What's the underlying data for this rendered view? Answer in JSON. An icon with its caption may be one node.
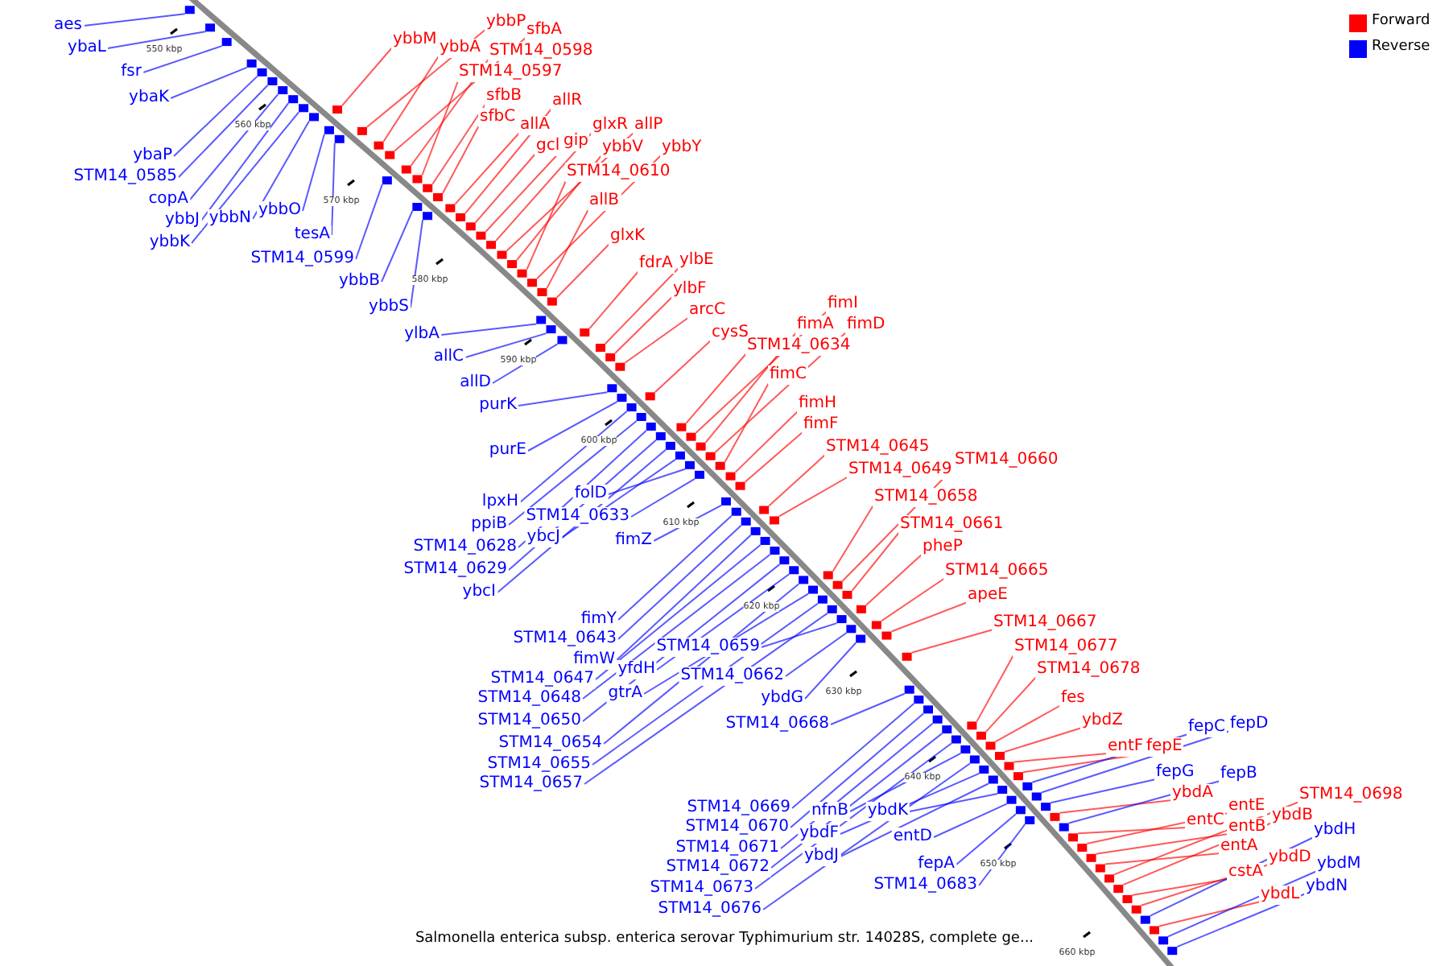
{
  "diagram": {
    "caption": "Salmonella enterica subsp. enterica serovar Typhimurium str. 14028S, complete ge...",
    "nodes": [
      {
        "text": [
          "aes"
        ]
      },
      {
        "text": [
          "ybaL"
        ]
      },
      {
        "text": [
          "fsr"
        ]
      },
      {
        "text": [
          "ybaK"
        ]
      },
      {
        "text": [
          "ybaP"
        ]
      },
      {
        "text": [
          "STM14_0585"
        ]
      },
      {
        "text": [
          "copA"
        ]
      },
      {
        "text": [
          "ybbJ"
        ]
      },
      {
        "text": [
          "ybbK"
        ]
      },
      {
        "text": [
          "ybbN"
        ]
      },
      {
        "text": [
          "ybbO"
        ]
      },
      {
        "text": [
          "tesA"
        ]
      },
      {
        "text": [
          "STM14_0599"
        ]
      },
      {
        "text": [
          "ybbB"
        ]
      },
      {
        "text": [
          "ybbS"
        ]
      },
      {
        "text": [
          "ylbA"
        ]
      },
      {
        "text": [
          "allC"
        ]
      },
      {
        "text": [
          "allD"
        ]
      },
      {
        "text": [
          "purK"
        ]
      },
      {
        "text": [
          "purE"
        ]
      },
      {
        "text": [
          "lpxH"
        ]
      },
      {
        "text": [
          "ppiB"
        ]
      },
      {
        "text": [
          "STM14_0628"
        ]
      },
      {
        "text": [
          "STM14_0629"
        ]
      },
      {
        "text": [
          "ybcI"
        ]
      },
      {
        "text": [
          "folD"
        ]
      },
      {
        "text": [
          "STM14_0633"
        ]
      },
      {
        "text": [
          "ybcJ"
        ]
      },
      {
        "text": [
          "fimZ"
        ]
      },
      {
        "text": [
          "fimY"
        ]
      },
      {
        "text": [
          "STM14_0643"
        ]
      },
      {
        "text": [
          "fimW"
        ]
      },
      {
        "text": [
          "STM14_0647"
        ]
      },
      {
        "text": [
          "STM14_0648"
        ]
      },
      {
        "text": [
          "STM14_0650"
        ]
      },
      {
        "text": [
          "yfdH"
        ]
      },
      {
        "text": [
          "gtrA"
        ]
      },
      {
        "text": [
          "STM14_0654"
        ]
      },
      {
        "text": [
          "STM14_0655"
        ]
      },
      {
        "text": [
          "STM14_0657"
        ]
      },
      {
        "text": [
          "STM14_0659"
        ]
      },
      {
        "text": [
          "STM14_0662"
        ]
      },
      {
        "text": [
          "ybdG"
        ]
      },
      {
        "text": [
          "STM14_0668"
        ]
      },
      {
        "text": [
          "STM14_0669"
        ]
      },
      {
        "text": [
          "STM14_0670"
        ]
      },
      {
        "text": [
          "STM14_0671"
        ]
      },
      {
        "text": [
          "STM14_0672"
        ]
      },
      {
        "text": [
          "STM14_0673"
        ]
      },
      {
        "text": [
          "STM14_0676"
        ]
      },
      {
        "text": [
          "nfnB"
        ]
      },
      {
        "text": [
          "ybdF"
        ]
      },
      {
        "text": [
          "ybdJ"
        ]
      },
      {
        "text": [
          "ybdK"
        ]
      },
      {
        "text": [
          "entD"
        ]
      },
      {
        "text": [
          "fepA"
        ]
      },
      {
        "text": [
          "STM14_0683"
        ]
      },
      {
        "text": [
          "ybbM"
        ]
      },
      {
        "text": [
          "ybbP"
        ]
      },
      {
        "text": [
          "ybbA"
        ]
      },
      {
        "text": [
          "sfbA"
        ]
      },
      {
        "text": [
          "STM14_0598"
        ]
      },
      {
        "text": [
          "STM14_0597"
        ]
      },
      {
        "text": [
          "sfbB"
        ]
      },
      {
        "text": [
          "sfbC"
        ]
      },
      {
        "text": [
          "allA"
        ]
      },
      {
        "text": [
          "allR"
        ]
      },
      {
        "text": [
          "gcl"
        ]
      },
      {
        "text": [
          "gip"
        ]
      },
      {
        "text": [
          "glxR"
        ]
      },
      {
        "text": [
          "allP"
        ]
      },
      {
        "text": [
          "ybbV"
        ]
      },
      {
        "text": [
          "ybbY"
        ]
      },
      {
        "text": [
          "STM14_0610"
        ]
      },
      {
        "text": [
          "allB"
        ]
      },
      {
        "text": [
          "glxK"
        ]
      },
      {
        "text": [
          "fdrA"
        ]
      },
      {
        "text": [
          "ylbE"
        ]
      },
      {
        "text": [
          "ylbF"
        ]
      },
      {
        "text": [
          "arcC"
        ]
      },
      {
        "text": [
          "cysS"
        ]
      },
      {
        "text": [
          "fimI"
        ]
      },
      {
        "text": [
          "fimA"
        ]
      },
      {
        "text": [
          "fimD"
        ]
      },
      {
        "text": [
          "STM14_0634"
        ]
      },
      {
        "text": [
          "fimC"
        ]
      },
      {
        "text": [
          "fimH"
        ]
      },
      {
        "text": [
          "fimF"
        ]
      },
      {
        "text": [
          "STM14_0645"
        ]
      },
      {
        "text": [
          "STM14_0649"
        ]
      },
      {
        "text": [
          "STM14_0660"
        ]
      },
      {
        "text": [
          "STM14_0658"
        ]
      },
      {
        "text": [
          "STM14_0661"
        ]
      },
      {
        "text": [
          "pheP"
        ]
      },
      {
        "text": [
          "STM14_0665"
        ]
      },
      {
        "text": [
          "apeE"
        ]
      },
      {
        "text": [
          "STM14_0667"
        ]
      },
      {
        "text": [
          "STM14_0677"
        ]
      },
      {
        "text": [
          "STM14_0678"
        ]
      },
      {
        "text": [
          "fes"
        ]
      },
      {
        "text": [
          "ybdZ"
        ]
      },
      {
        "text": [
          "entF"
        ]
      },
      {
        "text": [
          "fepE"
        ]
      },
      {
        "text": [
          "ybdA"
        ]
      },
      {
        "text": [
          "entC"
        ]
      },
      {
        "text": [
          "entE"
        ]
      },
      {
        "text": [
          "entB"
        ]
      },
      {
        "text": [
          "entA"
        ]
      },
      {
        "text": [
          "STM14_0698"
        ]
      },
      {
        "text": [
          "ybdB"
        ]
      },
      {
        "text": [
          "cstA"
        ]
      },
      {
        "text": [
          "ybdD"
        ]
      },
      {
        "text": [
          "ybdL"
        ]
      },
      {
        "text": [
          "fepC"
        ]
      },
      {
        "text": [
          "fepD"
        ]
      },
      {
        "text": [
          "fepG"
        ]
      },
      {
        "text": [
          "fepB"
        ]
      },
      {
        "text": [
          "ybdH"
        ]
      },
      {
        "text": [
          "ybdM"
        ]
      },
      {
        "text": [
          "ybdN"
        ]
      },
      {
        "text": [],
        "shape": "box"
      },
      {
        "text": [],
        "shape": "box"
      },
      {
        "text": [],
        "shape": "box"
      },
      {
        "text": [],
        "shape": "box"
      },
      {
        "text": [],
        "shape": "box"
      },
      {
        "text": [],
        "shape": "box"
      },
      {
        "text": [],
        "shape": "box"
      },
      {
        "text": [],
        "shape": "box"
      },
      {
        "text": [],
        "shape": "box"
      },
      {
        "text": [],
        "shape": "box"
      },
      {
        "text": [],
        "shape": "box"
      },
      {
        "text": [],
        "shape": "box"
      },
      {
        "text": [],
        "shape": "box"
      },
      {
        "text": [],
        "shape": "box"
      },
      {
        "text": [],
        "shape": "box"
      },
      {
        "text": [],
        "shape": "box"
      },
      {
        "text": [],
        "shape": "box"
      },
      {
        "text": [],
        "shape": "box"
      },
      {
        "text": [],
        "shape": "box"
      },
      {
        "text": [],
        "shape": "box"
      },
      {
        "text": [],
        "shape": "box"
      },
      {
        "text": [],
        "shape": "box"
      },
      {
        "text": [],
        "shape": "box"
      },
      {
        "text": [],
        "shape": "box"
      },
      {
        "text": [],
        "shape": "box"
      },
      {
        "text": [],
        "shape": "box"
      },
      {
        "text": [],
        "shape": "box"
      },
      {
        "text": [],
        "shape": "box"
      },
      {
        "text": [],
        "shape": "box"
      },
      {
        "text": [],
        "shape": "box"
      },
      {
        "text": [],
        "shape": "box"
      },
      {
        "text": [],
        "shape": "box"
      },
      {
        "text": [],
        "shape": "box"
      },
      {
        "text": [],
        "shape": "box"
      },
      {
        "text": [],
        "shape": "box"
      },
      {
        "text": [],
        "shape": "box"
      },
      {
        "text": [],
        "shape": "box"
      },
      {
        "text": [],
        "shape": "box"
      },
      {
        "text": [],
        "shape": "box"
      },
      {
        "text": [],
        "shape": "box"
      },
      {
        "text": [],
        "shape": "box"
      },
      {
        "text": [],
        "shape": "box"
      },
      {
        "text": [],
        "shape": "box"
      },
      {
        "text": [],
        "shape": "box"
      },
      {
        "text": [],
        "shape": "box"
      },
      {
        "text": [],
        "shape": "box"
      },
      {
        "text": [],
        "shape": "box"
      },
      {
        "text": [],
        "shape": "box"
      },
      {
        "text": [],
        "shape": "box"
      },
      {
        "text": [],
        "shape": "box"
      },
      {
        "text": [],
        "shape": "box"
      },
      {
        "text": [],
        "shape": "box"
      },
      {
        "text": [],
        "shape": "box"
      },
      {
        "text": [],
        "shape": "box"
      },
      {
        "text": [],
        "shape": "box"
      },
      {
        "text": [],
        "shape": "box"
      },
      {
        "text": [],
        "shape": "box"
      },
      {
        "text": [],
        "shape": "box"
      },
      {
        "text": [],
        "shape": "box"
      },
      {
        "text": [],
        "shape": "box"
      },
      {
        "text": [],
        "shape": "box"
      },
      {
        "text": [],
        "shape": "box"
      },
      {
        "text": [],
        "shape": "box"
      },
      {
        "text": [],
        "shape": "box"
      },
      {
        "text": [],
        "shape": "box"
      },
      {
        "text": [],
        "shape": "box"
      },
      {
        "text": [],
        "shape": "box"
      },
      {
        "text": [],
        "shape": "box"
      },
      {
        "text": [],
        "shape": "box"
      },
      {
        "text": [],
        "shape": "box"
      },
      {
        "text": [],
        "shape": "box"
      },
      {
        "text": [],
        "shape": "box"
      },
      {
        "text": [],
        "shape": "box"
      },
      {
        "text": [],
        "shape": "box"
      },
      {
        "text": [],
        "shape": "box"
      },
      {
        "text": [],
        "shape": "box"
      },
      {
        "text": [],
        "shape": "box"
      },
      {
        "text": [],
        "shape": "box"
      },
      {
        "text": [],
        "shape": "box"
      },
      {
        "text": [],
        "shape": "box"
      },
      {
        "text": [],
        "shape": "box"
      },
      {
        "text": [],
        "shape": "box"
      },
      {
        "text": [],
        "shape": "box"
      },
      {
        "text": [],
        "shape": "box"
      },
      {
        "text": [],
        "shape": "box"
      },
      {
        "text": [],
        "shape": "box"
      },
      {
        "text": [],
        "shape": "box"
      },
      {
        "text": [],
        "shape": "box"
      },
      {
        "text": [],
        "shape": "box"
      },
      {
        "text": [],
        "shape": "box"
      },
      {
        "text": [],
        "shape": "box"
      },
      {
        "text": [],
        "shape": "box"
      },
      {
        "text": [],
        "shape": "box"
      },
      {
        "text": [],
        "shape": "box"
      },
      {
        "text": [],
        "shape": "box"
      },
      {
        "text": [],
        "shape": "box"
      },
      {
        "text": [],
        "shape": "box"
      },
      {
        "text": [],
        "shape": "box"
      },
      {
        "text": [],
        "shape": "box"
      },
      {
        "text": [],
        "shape": "box"
      },
      {
        "text": [],
        "shape": "box"
      },
      {
        "text": [],
        "shape": "box"
      },
      {
        "text": [],
        "shape": "box"
      },
      {
        "text": [],
        "shape": "box"
      },
      {
        "text": [],
        "shape": "box"
      },
      {
        "text": [],
        "shape": "box"
      },
      {
        "text": [],
        "shape": "box"
      },
      {
        "text": [],
        "shape": "box"
      },
      {
        "text": [],
        "shape": "box"
      },
      {
        "text": [],
        "shape": "box"
      },
      {
        "text": [],
        "shape": "box"
      },
      {
        "text": [],
        "shape": "box"
      },
      {
        "text": [],
        "shape": "box"
      },
      {
        "text": [],
        "shape": "box"
      },
      {
        "text": [],
        "shape": "box"
      },
      {
        "text": [],
        "shape": "box"
      },
      {
        "text": [],
        "shape": "box"
      },
      {
        "text": [],
        "shape": "box"
      },
      {
        "text": [],
        "shape": "box"
      },
      {
        "text": [],
        "shape": "box"
      }
    ],
    "edges": [
      {
        "from": 0,
        "to": 120,
        "arrow": "none"
      },
      {
        "from": 1,
        "to": 121,
        "arrow": "none"
      },
      {
        "from": 2,
        "to": 122,
        "arrow": "none"
      },
      {
        "from": 3,
        "to": 123,
        "arrow": "none"
      },
      {
        "from": 4,
        "to": 124,
        "arrow": "none"
      },
      {
        "from": 5,
        "to": 125,
        "arrow": "none"
      },
      {
        "from": 6,
        "to": 126,
        "arrow": "none"
      },
      {
        "from": 7,
        "to": 127,
        "arrow": "none"
      },
      {
        "from": 8,
        "to": 128,
        "arrow": "none"
      },
      {
        "from": 9,
        "to": 129,
        "arrow": "none"
      },
      {
        "from": 10,
        "to": 130,
        "arrow": "none"
      },
      {
        "from": 11,
        "to": 131,
        "arrow": "none"
      },
      {
        "from": 12,
        "to": 132,
        "arrow": "none"
      },
      {
        "from": 13,
        "to": 133,
        "arrow": "none"
      },
      {
        "from": 14,
        "to": 134,
        "arrow": "none"
      },
      {
        "from": 15,
        "to": 135,
        "arrow": "none"
      },
      {
        "from": 16,
        "to": 136,
        "arrow": "none"
      },
      {
        "from": 17,
        "to": 137,
        "arrow": "none"
      },
      {
        "from": 18,
        "to": 138,
        "arrow": "none"
      },
      {
        "from": 19,
        "to": 139,
        "arrow": "none"
      },
      {
        "from": 20,
        "to": 140,
        "arrow": "none"
      },
      {
        "from": 21,
        "to": 141,
        "arrow": "none"
      },
      {
        "from": 22,
        "to": 142,
        "arrow": "none"
      },
      {
        "from": 23,
        "to": 143,
        "arrow": "none"
      },
      {
        "from": 24,
        "to": 144,
        "arrow": "none"
      },
      {
        "from": 25,
        "to": 145,
        "arrow": "none"
      },
      {
        "from": 26,
        "to": 146,
        "arrow": "none"
      },
      {
        "from": 27,
        "to": 147,
        "arrow": "none"
      },
      {
        "from": 28,
        "to": 148,
        "arrow": "none"
      },
      {
        "from": 29,
        "to": 149,
        "arrow": "none"
      },
      {
        "from": 30,
        "to": 150,
        "arrow": "none"
      },
      {
        "from": 31,
        "to": 151,
        "arrow": "none"
      },
      {
        "from": 32,
        "to": 152,
        "arrow": "none"
      },
      {
        "from": 33,
        "to": 153,
        "arrow": "none"
      },
      {
        "from": 34,
        "to": 154,
        "arrow": "none"
      },
      {
        "from": 35,
        "to": 155,
        "arrow": "none"
      },
      {
        "from": 36,
        "to": 156,
        "arrow": "none"
      },
      {
        "from": 37,
        "to": 157,
        "arrow": "none"
      },
      {
        "from": 38,
        "to": 158,
        "arrow": "none"
      },
      {
        "from": 39,
        "to": 159,
        "arrow": "none"
      },
      {
        "from": 40,
        "to": 160,
        "arrow": "none"
      },
      {
        "from": 41,
        "to": 161,
        "arrow": "none"
      },
      {
        "from": 42,
        "to": 162,
        "arrow": "none"
      },
      {
        "from": 43,
        "to": 163,
        "arrow": "none"
      },
      {
        "from": 44,
        "to": 164,
        "arrow": "none"
      },
      {
        "from": 45,
        "to": 165,
        "arrow": "none"
      },
      {
        "from": 46,
        "to": 166,
        "arrow": "none"
      },
      {
        "from": 47,
        "to": 167,
        "arrow": "none"
      },
      {
        "from": 48,
        "to": 168,
        "arrow": "none"
      },
      {
        "from": 49,
        "to": 169,
        "arrow": "none"
      },
      {
        "from": 50,
        "to": 170,
        "arrow": "none"
      },
      {
        "from": 51,
        "to": 171,
        "arrow": "none"
      },
      {
        "from": 52,
        "to": 172,
        "arrow": "none"
      },
      {
        "from": 53,
        "to": 173,
        "arrow": "none"
      },
      {
        "from": 54,
        "to": 174,
        "arrow": "none"
      },
      {
        "from": 55,
        "to": 175,
        "arrow": "none"
      },
      {
        "from": 56,
        "to": 176,
        "arrow": "none"
      },
      {
        "from": 57,
        "to": 177,
        "arrow": "none",
        "color": "#ff0000"
      },
      {
        "from": 58,
        "to": 178,
        "arrow": "none",
        "color": "#ff0000"
      },
      {
        "from": 59,
        "to": 179,
        "arrow": "none",
        "color": "#ff0000"
      },
      {
        "from": 60,
        "to": 180,
        "arrow": "none",
        "color": "#ff0000"
      },
      {
        "from": 61,
        "to": 181,
        "arrow": "none",
        "color": "#ff0000"
      },
      {
        "from": 62,
        "to": 182,
        "arrow": "none",
        "color": "#ff0000"
      },
      {
        "from": 63,
        "to": 183,
        "arrow": "none",
        "color": "#ff0000"
      },
      {
        "from": 64,
        "to": 184,
        "arrow": "none",
        "color": "#ff0000"
      },
      {
        "from": 65,
        "to": 185,
        "arrow": "none",
        "color": "#ff0000"
      },
      {
        "from": 66,
        "to": 186,
        "arrow": "none",
        "color": "#ff0000"
      },
      {
        "from": 67,
        "to": 187,
        "arrow": "none",
        "color": "#ff0000"
      },
      {
        "from": 68,
        "to": 188,
        "arrow": "none",
        "color": "#ff0000"
      },
      {
        "from": 69,
        "to": 189,
        "arrow": "none",
        "color": "#ff0000"
      },
      {
        "from": 70,
        "to": 190,
        "arrow": "none",
        "color": "#ff0000"
      },
      {
        "from": 71,
        "to": 191,
        "arrow": "none",
        "color": "#ff0000"
      },
      {
        "from": 72,
        "to": 192,
        "arrow": "none",
        "color": "#ff0000"
      },
      {
        "from": 73,
        "to": 193,
        "arrow": "none",
        "color": "#ff0000"
      },
      {
        "from": 74,
        "to": 194,
        "arrow": "none",
        "color": "#ff0000"
      },
      {
        "from": 75,
        "to": 195,
        "arrow": "none",
        "color": "#ff0000"
      },
      {
        "from": 76,
        "to": 196,
        "arrow": "none",
        "color": "#ff0000"
      },
      {
        "from": 77,
        "to": 197,
        "arrow": "none",
        "color": "#ff0000"
      },
      {
        "from": 78,
        "to": 198,
        "arrow": "none",
        "color": "#ff0000"
      },
      {
        "from": 79,
        "to": 199,
        "arrow": "none",
        "color": "#ff0000"
      },
      {
        "from": 80,
        "to": 200,
        "arrow": "none",
        "color": "#ff0000"
      },
      {
        "from": 81,
        "to": 201,
        "arrow": "none",
        "color": "#ff0000"
      },
      {
        "from": 82,
        "to": 202,
        "arrow": "none",
        "color": "#ff0000"
      },
      {
        "from": 83,
        "to": 203,
        "arrow": "none",
        "color": "#ff0000"
      },
      {
        "from": 84,
        "to": 204,
        "arrow": "none",
        "color": "#ff0000"
      },
      {
        "from": 85,
        "to": 205,
        "arrow": "none",
        "color": "#ff0000"
      },
      {
        "from": 86,
        "to": 206,
        "arrow": "none",
        "color": "#ff0000"
      },
      {
        "from": 87,
        "to": 207,
        "arrow": "none",
        "color": "#ff0000"
      },
      {
        "from": 88,
        "to": 208,
        "arrow": "none",
        "color": "#ff0000"
      },
      {
        "from": 89,
        "to": 209,
        "arrow": "none",
        "color": "#ff0000"
      },
      {
        "from": 90,
        "to": 210,
        "arrow": "none",
        "color": "#ff0000"
      },
      {
        "from": 91,
        "to": 211,
        "arrow": "none",
        "color": "#ff0000"
      },
      {
        "from": 92,
        "to": 212,
        "arrow": "none",
        "color": "#ff0000"
      },
      {
        "from": 93,
        "to": 213,
        "arrow": "none",
        "color": "#ff0000"
      },
      {
        "from": 94,
        "to": 214,
        "arrow": "none",
        "color": "#ff0000"
      },
      {
        "from": 95,
        "to": 215,
        "arrow": "none",
        "color": "#ff0000"
      },
      {
        "from": 96,
        "to": 216,
        "arrow": "none",
        "color": "#ff0000"
      },
      {
        "from": 97,
        "to": 217,
        "arrow": "none",
        "color": "#ff0000"
      },
      {
        "from": 98,
        "to": 218,
        "arrow": "none",
        "color": "#ff0000"
      },
      {
        "from": 99,
        "to": 219,
        "arrow": "none",
        "color": "#ff0000"
      },
      {
        "from": 100,
        "to": 220,
        "arrow": "none",
        "color": "#ff0000"
      },
      {
        "from": 101,
        "to": 221,
        "arrow": "none",
        "color": "#ff0000"
      },
      {
        "from": 102,
        "to": 222,
        "arrow": "none",
        "color": "#ff0000"
      },
      {
        "from": 103,
        "to": 223,
        "arrow": "none",
        "color": "#ff0000"
      },
      {
        "from": 104,
        "to": 224,
        "arrow": "none",
        "color": "#ff0000"
      },
      {
        "from": 105,
        "to": 225,
        "arrow": "none",
        "color": "#ff0000"
      },
      {
        "from": 106,
        "to": 226,
        "arrow": "none",
        "color": "#ff0000"
      },
      {
        "from": 107,
        "to": 227,
        "arrow": "none",
        "color": "#ff0000"
      },
      {
        "from": 108,
        "to": 228,
        "arrow": "none",
        "color": "#ff0000"
      },
      {
        "from": 109,
        "to": 229,
        "arrow": "none",
        "color": "#ff0000"
      },
      {
        "from": 110,
        "to": 230,
        "arrow": "none",
        "color": "#ff0000"
      },
      {
        "from": 111,
        "to": 231,
        "arrow": "none",
        "color": "#ff0000"
      },
      {
        "from": 112,
        "to": 232,
        "arrow": "none",
        "color": "#ff0000"
      },
      {
        "from": 113,
        "to": 233,
        "arrow": "none"
      },
      {
        "from": 114,
        "to": 234,
        "arrow": "none"
      },
      {
        "from": 115,
        "to": 235,
        "arrow": "none"
      },
      {
        "from": 116,
        "to": 236,
        "arrow": "none"
      },
      {
        "from": 117,
        "to": 237,
        "arrow": "none"
      },
      {
        "from": 118,
        "to": 238,
        "arrow": "none"
      },
      {
        "from": 119,
        "to": 239,
        "arrow": "none"
      }
    ],
    "labels": [
      "550 kbp",
      "560 kbp",
      "570 kbp",
      "580 kbp",
      "590 kbp",
      "600 kbp",
      "610 kbp",
      "620 kbp",
      "630 kbp",
      "640 kbp",
      "650 kbp",
      "660 kbp"
    ],
    "legend": [
      {
        "text": "Forward",
        "color": "#ff0000"
      },
      {
        "text": "Reverse",
        "color": "#0000ff"
      }
    ]
  }
}
